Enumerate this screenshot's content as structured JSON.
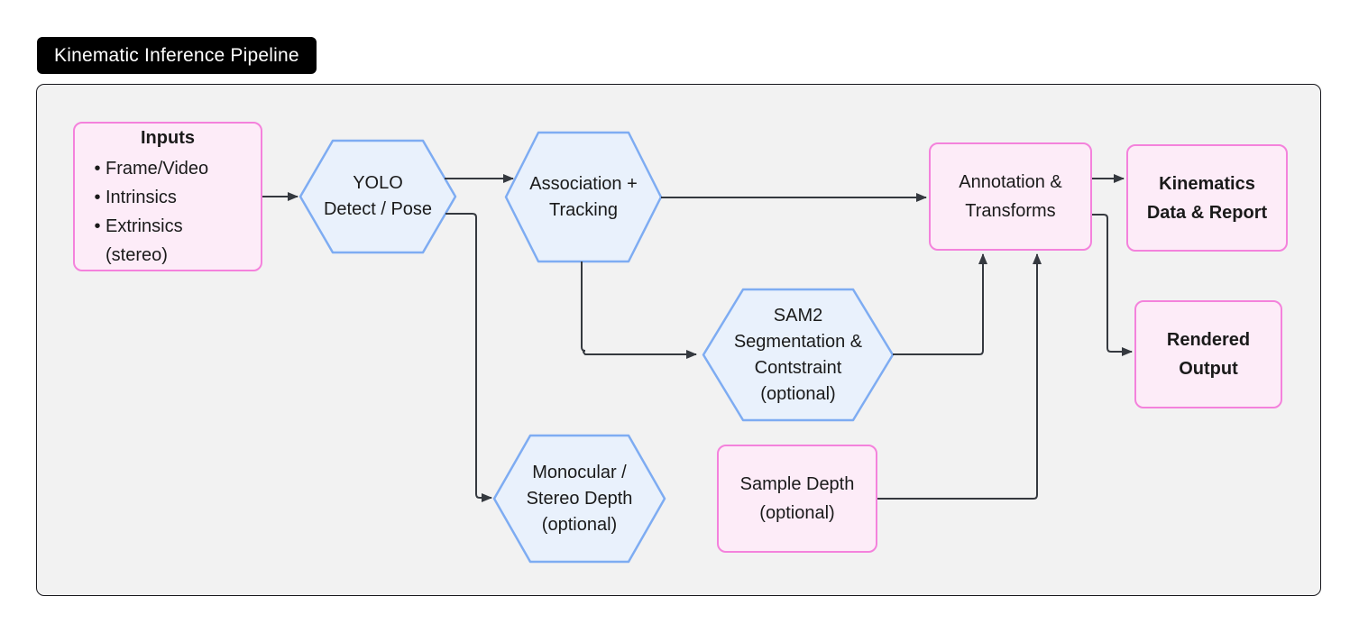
{
  "title": "Kinematic Inference Pipeline",
  "colors": {
    "badge_bg": "#000000",
    "badge_text": "#ffffff",
    "container_fill": "#f2f2f2",
    "pink_border": "#f482dc",
    "pink_fill": "#fdecf8",
    "blue_border": "#7eacf2",
    "blue_fill": "#e9f1fc",
    "edge": "#35393f",
    "text": "#1a1a1a"
  },
  "nodes": {
    "inputs": {
      "title": "Inputs",
      "bullets": [
        "Frame/Video",
        "Intrinsics",
        "Extrinsics (stereo)"
      ]
    },
    "yolo": {
      "lines": [
        "YOLO",
        "Detect / Pose"
      ]
    },
    "association": {
      "lines": [
        "Association +",
        "Tracking"
      ]
    },
    "sam2": {
      "lines": [
        "SAM2",
        "Segmentation &",
        "Contstraint",
        "(optional)"
      ]
    },
    "monocular": {
      "lines": [
        "Monocular /",
        "Stereo Depth",
        "(optional)"
      ]
    },
    "sample_depth": {
      "lines": [
        "Sample Depth",
        "(optional)"
      ]
    },
    "annotation": {
      "lines": [
        "Annotation &",
        "Transforms"
      ]
    },
    "kinematics": {
      "lines": [
        "Kinematics",
        "Data & Report"
      ]
    },
    "rendered": {
      "lines": [
        "Rendered",
        "Output"
      ]
    }
  }
}
